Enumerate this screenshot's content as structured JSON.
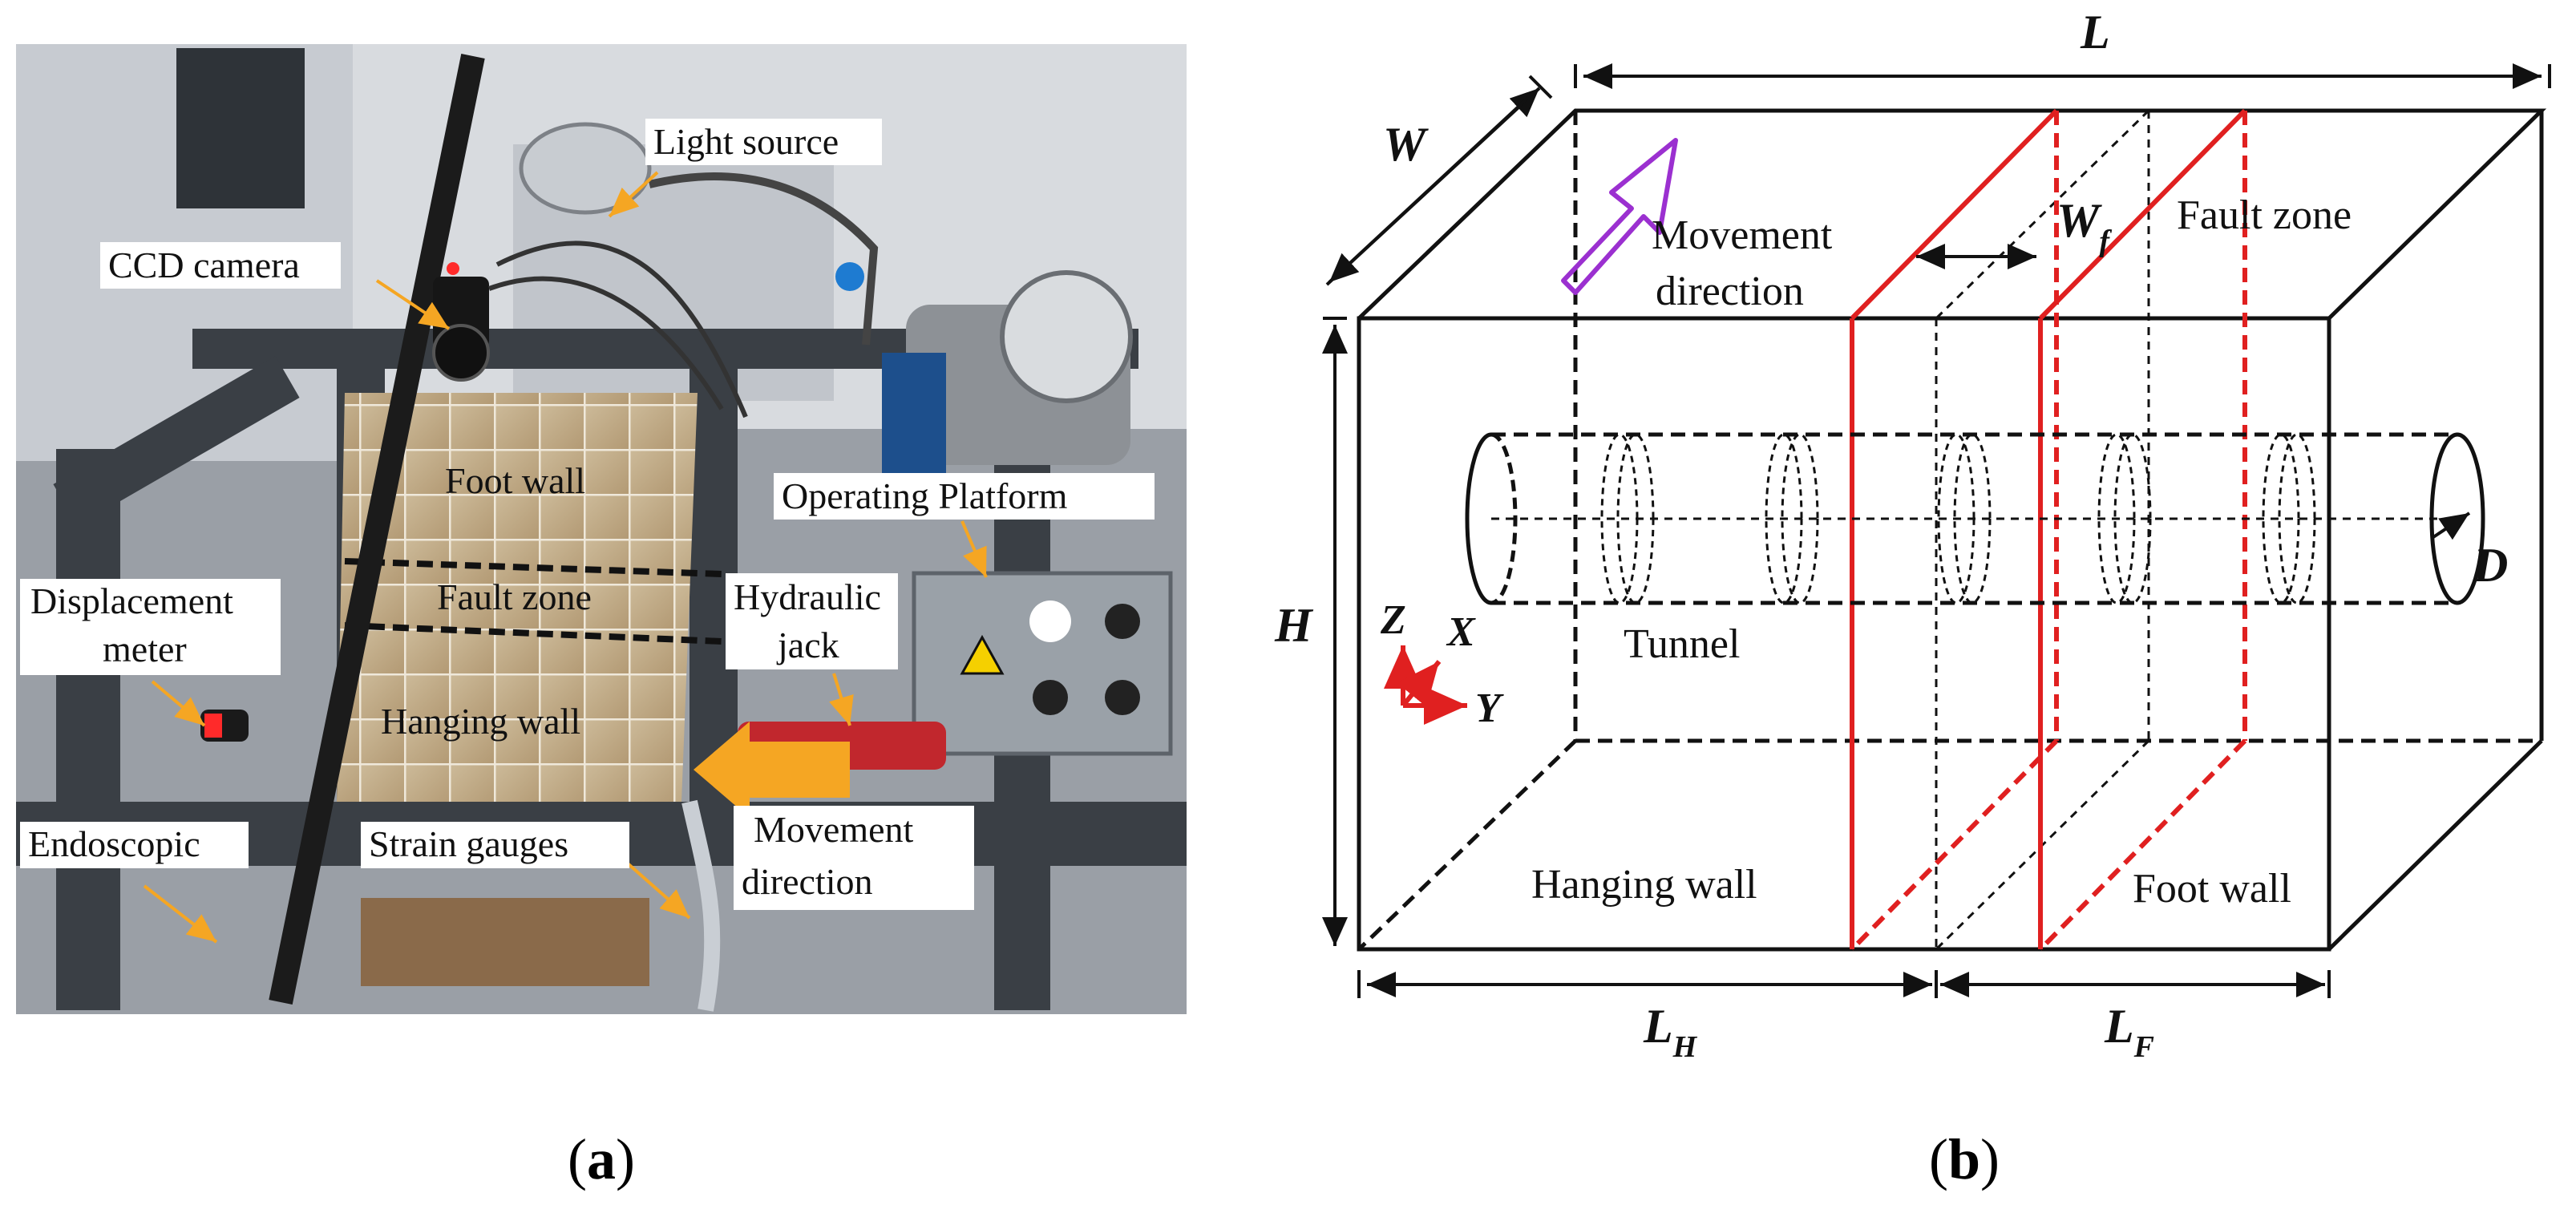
{
  "panel_a": {
    "label_letter": "a",
    "photo_labels": {
      "light_source": "Light source",
      "ccd_camera": "CCD camera",
      "foot_wall": "Foot wall",
      "operating_platform": "Operating Platform",
      "displacement_meter_line1": "Displacement",
      "displacement_meter_line2": "meter",
      "fault_zone": "Fault zone",
      "hydraulic_jack_line1": "Hydraulic",
      "hydraulic_jack_line2": "jack",
      "hanging_wall": "Hanging wall",
      "endoscopic": "Endoscopic",
      "strain_gauges": "Strain gauges",
      "movement_direction_line1": "Movement",
      "movement_direction_line2": "direction"
    },
    "colors": {
      "arrow": "#f5a623",
      "annotation_lines": "#f5a623",
      "fault_lines": "#111111"
    }
  },
  "panel_b": {
    "label_letter": "b",
    "dimensions": {
      "L": "L",
      "W": "W",
      "H": "H",
      "D": "D",
      "Wf_main": "W",
      "Wf_sub": "f",
      "LH_main": "L",
      "LH_sub": "H",
      "LF_main": "L",
      "LF_sub": "F"
    },
    "labels": {
      "movement_line1": "Movement",
      "movement_line2": "direction",
      "fault_zone": "Fault zone",
      "tunnel": "Tunnel",
      "hanging_wall": "Hanging wall",
      "foot_wall": "Foot wall"
    },
    "axes": {
      "z": "Z",
      "x": "X",
      "y": "Y"
    },
    "colors": {
      "fault_planes": "#e02020",
      "movement_arrow": "#9b30d0",
      "axes": "#e02020",
      "edges": "#111111"
    }
  }
}
